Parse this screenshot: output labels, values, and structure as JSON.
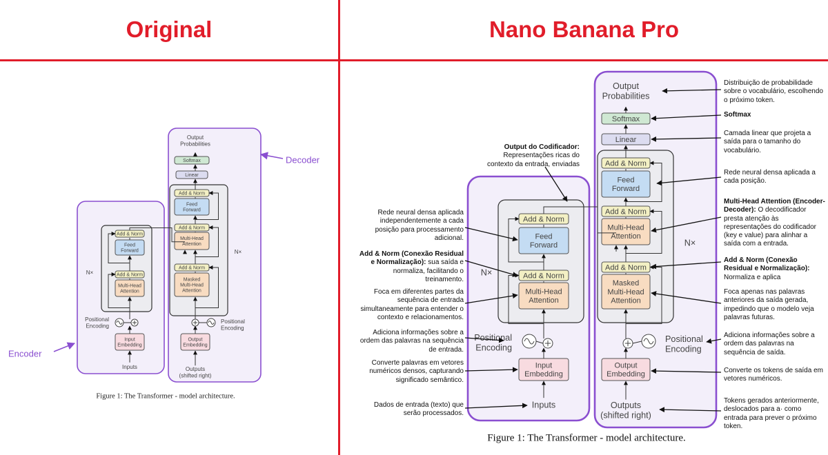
{
  "headers": {
    "left": "Original",
    "right": "Nano Banana Pro"
  },
  "colors": {
    "red": "#e11d2a",
    "purple": "#8a4fd0",
    "purple_fill": "#f3effa",
    "add_norm": "#f3f0c4",
    "feed_forward": "#c4dcf3",
    "attention": "#f8dcc1",
    "linear": "#dcdcf0",
    "softmax": "#cfe8d3",
    "embedding": "#f8dbe0",
    "stack_bg": "#ececf0"
  },
  "original": {
    "labels": {
      "output_probabilities": [
        "Output",
        "Probabilities"
      ],
      "softmax": "Softmax",
      "linear": "Linear",
      "add_norm": "Add & Norm",
      "feed_forward": [
        "Feed",
        "Forward"
      ],
      "multi_head_attention": [
        "Multi-Head",
        "Attention"
      ],
      "masked_attention": [
        "Masked",
        "Multi-Head",
        "Attention"
      ],
      "input_embedding": [
        "Input",
        "Embedding"
      ],
      "output_embedding": [
        "Output",
        "Embedding"
      ],
      "positional_encoding": [
        "Positional",
        "Encoding"
      ],
      "nx": "N×",
      "inputs": "Inputs",
      "outputs": [
        "Outputs",
        "(shifted right)"
      ]
    },
    "decoder_label": "Decoder",
    "encoder_label": "Encoder",
    "caption": "Figure 1: The Transformer - model architecture."
  },
  "nano": {
    "labels": {
      "output_probabilities": [
        "Output",
        "Probabilities"
      ],
      "softmax": "Softmax",
      "linear": "Linear",
      "add_norm": "Add & Norm",
      "feed_forward": [
        "Feed",
        "Forward"
      ],
      "multi_head_attention": [
        "Multi-Head",
        "Attention"
      ],
      "masked_attention": [
        "Masked",
        "Multi-Head",
        "Attention"
      ],
      "input_embedding": [
        "Input",
        "Embedding"
      ],
      "output_embedding": [
        "Output",
        "Embedding"
      ],
      "positional_encoding": [
        "Positional",
        "Encoding"
      ],
      "nx": "N×",
      "inputs": "Inputs",
      "outputs": [
        "Outputs",
        "(shifted right)"
      ]
    },
    "caption": "Figure 1: The Transformer - model architecture.",
    "annotations": {
      "encoder_output": {
        "bold": "Output do Codificador:",
        "text": "Representações ricas do contexto da entrada, enviadas"
      },
      "enc_feed_forward": {
        "text": "Rede neural densa aplicada independentemente a cada posição para processamento adicional."
      },
      "enc_add_norm": {
        "bold": "Add & Norm (Conexão Residual e Normalização):",
        "text": "sua saída e normaliza, facilitando o treinamento."
      },
      "enc_attention": {
        "text": "Foca em diferentes partes da sequência de entrada simultaneamente para entender o contexto e relacionamentos."
      },
      "enc_positional": {
        "text": "Adiciona informações sobre a ordem das palavras na sequência de entrada."
      },
      "input_embedding": {
        "text": "Converte palavras em vetores numéricos densos, capturando significado semântico."
      },
      "inputs": {
        "text": "Dados de entrada (texto) que serão processados."
      },
      "output_probabilities": {
        "text": "Distribuição de probabilidade sobre o vocabulário, escolhendo o próximo token."
      },
      "softmax": {
        "bold": "Softmax"
      },
      "linear": {
        "text": "Camada linear que projeta a saída para o tamanho do vocabulário."
      },
      "dec_feed_forward": {
        "text": "Rede neural densa aplicada a cada posição."
      },
      "dec_attention": {
        "bold": "Multi-Head Attention (Encoder-Decoder):",
        "text": "O decodificador presta atenção às representações do codificador (key e value) para alinhar a saída com a entrada."
      },
      "dec_add_norm": {
        "bold": "Add & Norm (Conexão Residual e Normalização):",
        "text": "Normaliza e aplica"
      },
      "masked": {
        "text": "Foca apenas nas palavras anteriores da saída gerada, impedindo que o modelo veja palavras futuras."
      },
      "dec_positional": {
        "text": "Adiciona informações sobre a ordem das palavras na sequência de saída."
      },
      "output_embedding": {
        "text": "Converte os tokens de saída em vetores numéricos."
      },
      "outputs": {
        "text": "Tokens gerados anteriormente, deslocados para a· como entrada para prever o próximo token."
      }
    }
  }
}
